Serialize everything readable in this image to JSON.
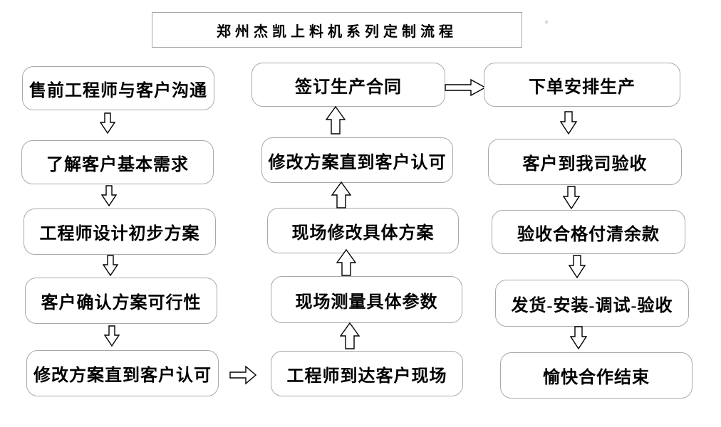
{
  "title": "郑州杰凯上料机系列定制流程",
  "flow": {
    "left": [
      "售前工程师与客户沟通",
      "了解客户基本需求",
      "工程师设计初步方案",
      "客户确认方案可行性",
      "修改方案直到客户认可"
    ],
    "middle": [
      "签订生产合同",
      "修改方案直到客户认可",
      "现场修改具体方案",
      "现场测量具体参数",
      "工程师到达客户现场"
    ],
    "right": [
      "下单安排生产",
      "客户到我司验收",
      "验收合格付清余款",
      "发货-安装-调试-验收",
      "愉快合作结束"
    ]
  },
  "icons": {
    "down_arrow": "arrow-down-icon",
    "up_arrow": "arrow-up-icon",
    "right_arrow": "arrow-right-icon"
  },
  "colors": {
    "box_border": "#a9a9a9",
    "title_border": "#a6a6a6",
    "arrow_outline": "#000000",
    "text": "#000000",
    "background": "#ffffff"
  }
}
